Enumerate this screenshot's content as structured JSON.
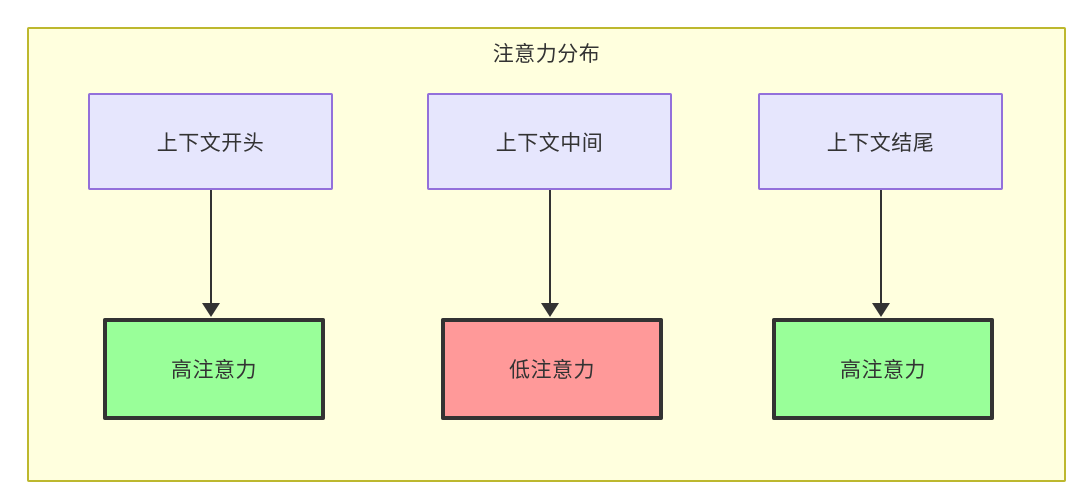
{
  "diagram": {
    "title": "注意力分布",
    "container": {
      "fill": "#ffffde",
      "stroke": "#bdb82e"
    },
    "columns": [
      {
        "top": {
          "label": "上下文开头",
          "fill": "#e6e6fd",
          "stroke": "#9370db"
        },
        "bottom": {
          "label": "高注意力",
          "fill": "#99ff99",
          "stroke": "#333333"
        },
        "connector": "arrow-down"
      },
      {
        "top": {
          "label": "上下文中间",
          "fill": "#e6e6fd",
          "stroke": "#9370db"
        },
        "bottom": {
          "label": "低注意力",
          "fill": "#ff9999",
          "stroke": "#333333"
        },
        "connector": "arrow-down"
      },
      {
        "top": {
          "label": "上下文结尾",
          "fill": "#e6e6fd",
          "stroke": "#9370db"
        },
        "bottom": {
          "label": "高注意力",
          "fill": "#99ff99",
          "stroke": "#333333"
        },
        "connector": "arrow-down"
      }
    ]
  }
}
